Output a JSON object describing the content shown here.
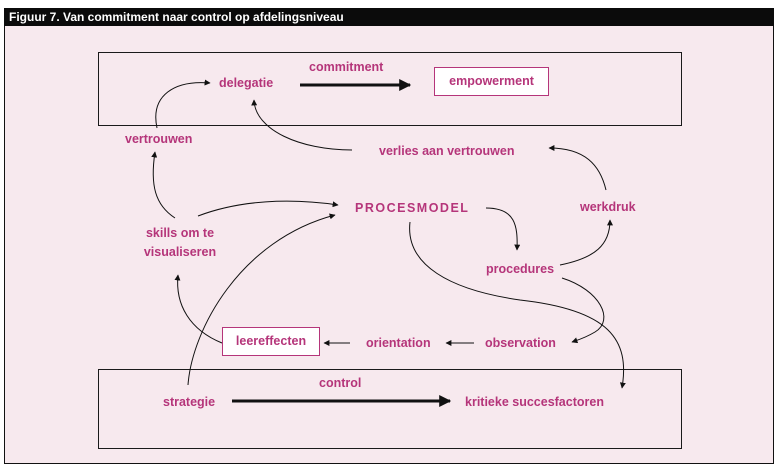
{
  "title": "Figuur 7. Van commitment naar control op afdelingsniveau",
  "nodes": {
    "delegatie": "delegatie",
    "commitment": "commitment",
    "empowerment": "empowerment",
    "vertrouwen": "vertrouwen",
    "verlies": "verlies aan vertrouwen",
    "procesmodel": "PROCESMODEL",
    "werkdruk": "werkdruk",
    "skills_line1": "skills om te",
    "skills_line2": "visualiseren",
    "procedures": "procedures",
    "leereffecten": "leereffecten",
    "orientation": "orientation",
    "observation": "observation",
    "control": "control",
    "strategie": "strategie",
    "kritieke": "kritieke succesfactoren"
  }
}
